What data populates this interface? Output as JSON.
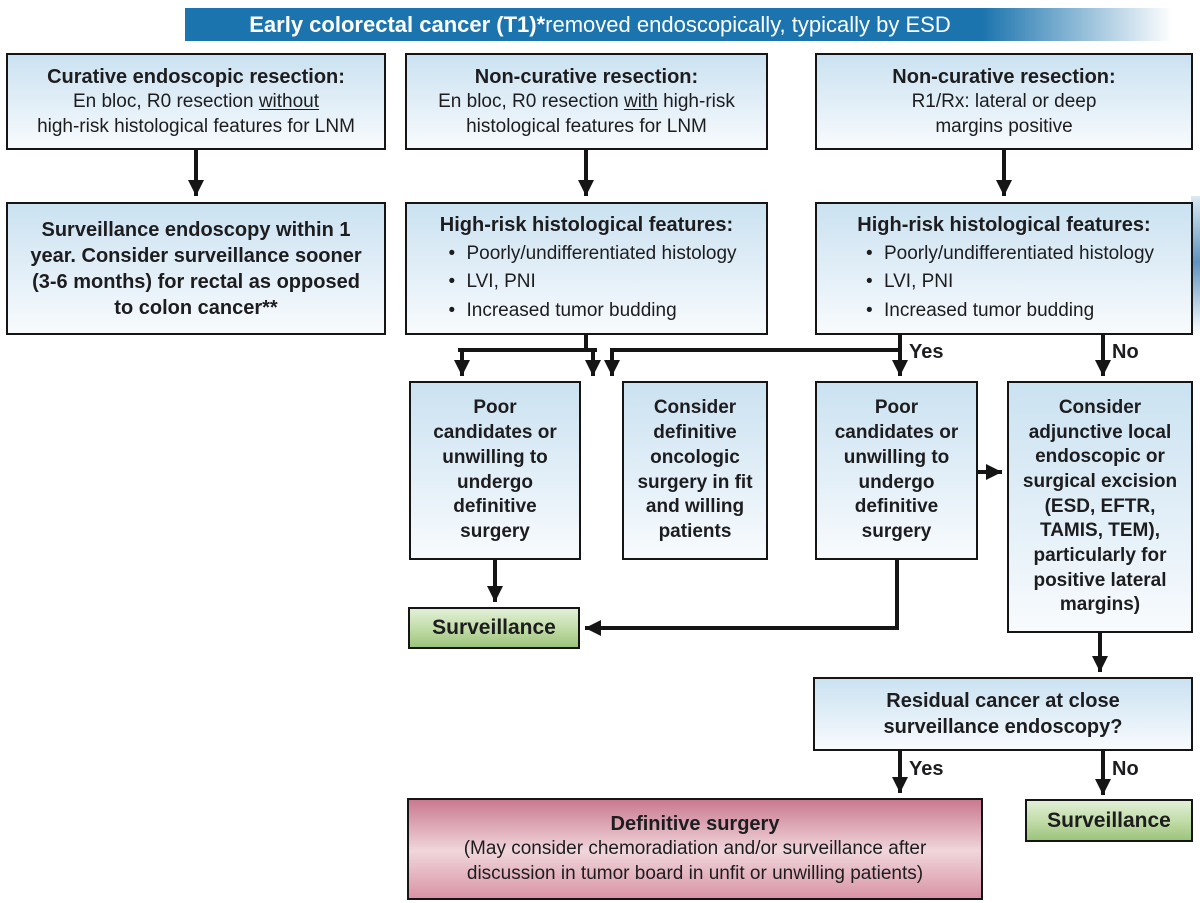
{
  "banner": {
    "bold": "Early colorectal cancer (T1)*",
    "rest": " removed endoscopically, typically by ESD"
  },
  "row1": {
    "curative": {
      "title": "Curative endoscopic resection:",
      "pre": "En bloc, R0 resection ",
      "underlined": "without",
      "post": "high-risk histological features for LNM"
    },
    "noncurative_r0": {
      "title": "Non-curative resection:",
      "pre": "En bloc, R0 resection ",
      "underlined": "with",
      "post": " high-risk histological features for LNM"
    },
    "noncurative_r1": {
      "title": "Non-curative resection:",
      "body": "R1/Rx: lateral or deep margins positive"
    }
  },
  "row2": {
    "surveillance": {
      "text": "Surveillance endoscopy within 1 year. Consider surveillance sooner (3-6 months) for rectal as opposed to colon cancer**"
    },
    "high_risk_mid": {
      "title": "High-risk histological features:",
      "bullets": [
        "Poorly/undifferentiated histology",
        "LVI, PNI",
        "Increased tumor budding"
      ]
    },
    "high_risk_right": {
      "title": "High-risk histological features:",
      "bullets": [
        "Poorly/undifferentiated histology",
        "LVI, PNI",
        "Increased tumor budding"
      ]
    }
  },
  "row3": {
    "poor_left": "Poor candidates or unwilling to undergo definitive surgery",
    "consider_oncologic": "Consider definitive oncologic surgery in fit and willing patients",
    "poor_right": "Poor candidates or unwilling to undergo definitive surgery",
    "consider_adjunctive": "Consider adjunctive local endoscopic or surgical excision (ESD, EFTR, TAMIS, TEM), particularly for positive lateral margins)"
  },
  "outcomes": {
    "surveillance_mid": "Surveillance",
    "residual_question": "Residual cancer at close surveillance endoscopy?",
    "definitive_title": "Definitive surgery",
    "definitive_sub": "(May consider chemoradiation and/or surveillance after discussion in tumor board in unfit or unwilling patients)",
    "surveillance_bottom": "Surveillance"
  },
  "labels": {
    "yes_top": "Yes",
    "no_top": "No",
    "yes_bottom": "Yes",
    "no_bottom": "No"
  },
  "colors": {
    "banner_blue": "#1b74ae",
    "box_blue_top": "#cbe2f1",
    "box_blue_bottom": "#f8fbfd",
    "green_top": "#e1efd6",
    "green_bottom": "#9cc47c",
    "pink_top": "#ca7990",
    "pink_mid": "#f0d6db",
    "pink_bottom": "#d994a5",
    "line_black": "#151515"
  }
}
